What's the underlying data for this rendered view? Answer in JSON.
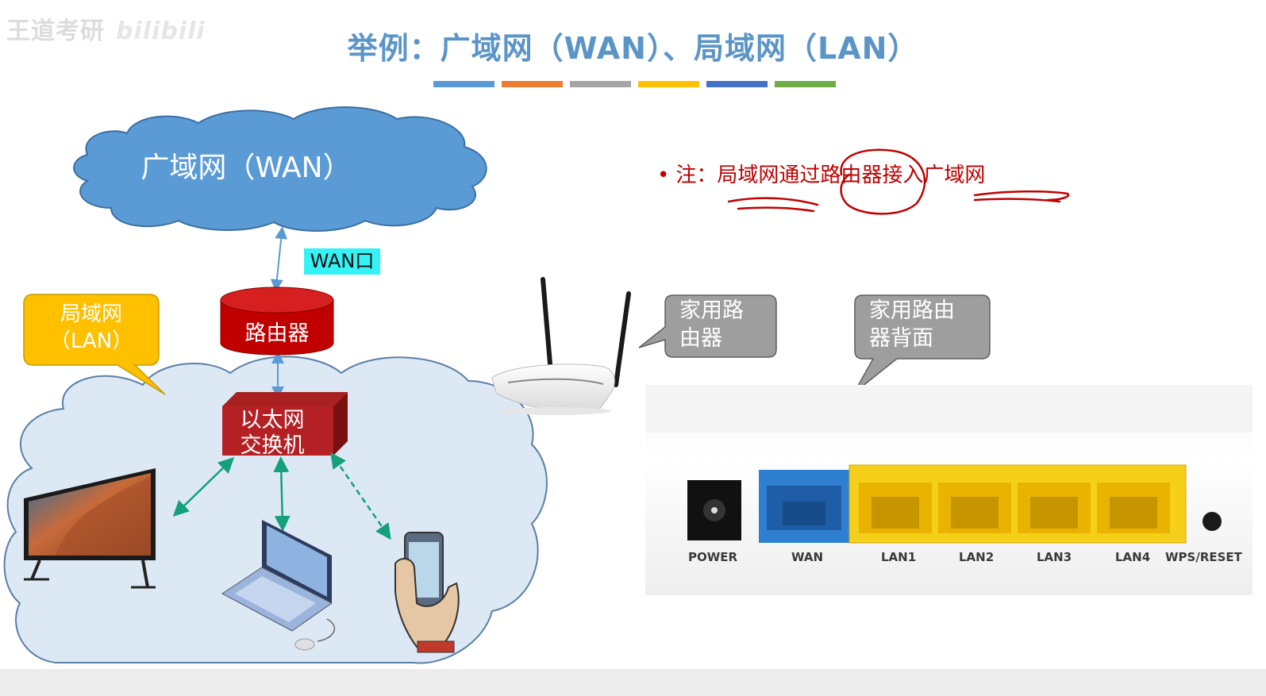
{
  "watermark": {
    "text_a": "王道考研",
    "text_b": "bilibili"
  },
  "title": "举例：广域网（WAN）、局域网（LAN）",
  "title_bar_colors": [
    "#5b9bd5",
    "#ed7d31",
    "#a5a5a5",
    "#ffc000",
    "#4472c4",
    "#70ad47"
  ],
  "diagram": {
    "wan_cloud_label": "广域网（WAN）",
    "wan_port_label": "WAN口",
    "router_label": "路由器",
    "switch_label_line1": "以太网",
    "switch_label_line2": "交换机",
    "lan_bubble_line1": "局域网",
    "lan_bubble_line2": "（LAN）",
    "devices": [
      "tv-icon",
      "laptop-icon",
      "smartphone-icon"
    ]
  },
  "callouts": {
    "home_router_line1": "家用路",
    "home_router_line2": "由器",
    "router_back_line1": "家用路由",
    "router_back_line2": "器背面"
  },
  "note": {
    "bullet": "•",
    "text": "注：局域网通过路由器接入广域网"
  },
  "router_ports": {
    "power": "POWER",
    "wan": "WAN",
    "lan1": "LAN1",
    "lan2": "LAN2",
    "lan3": "LAN3",
    "lan4": "LAN4",
    "wps": "WPS/RESET"
  },
  "colors": {
    "title": "#5b95c8",
    "wan_cloud": "#5b9bd5",
    "lan_cloud": "#dce9f5",
    "router": "#c00000",
    "lan_bubble": "#ffc000",
    "callout": "#9e9e9e",
    "wan_port_highlight": "#35f2f7",
    "note_text": "#c00000",
    "port_wan": "#2f7fd1",
    "port_lan": "#f5cf1a"
  }
}
